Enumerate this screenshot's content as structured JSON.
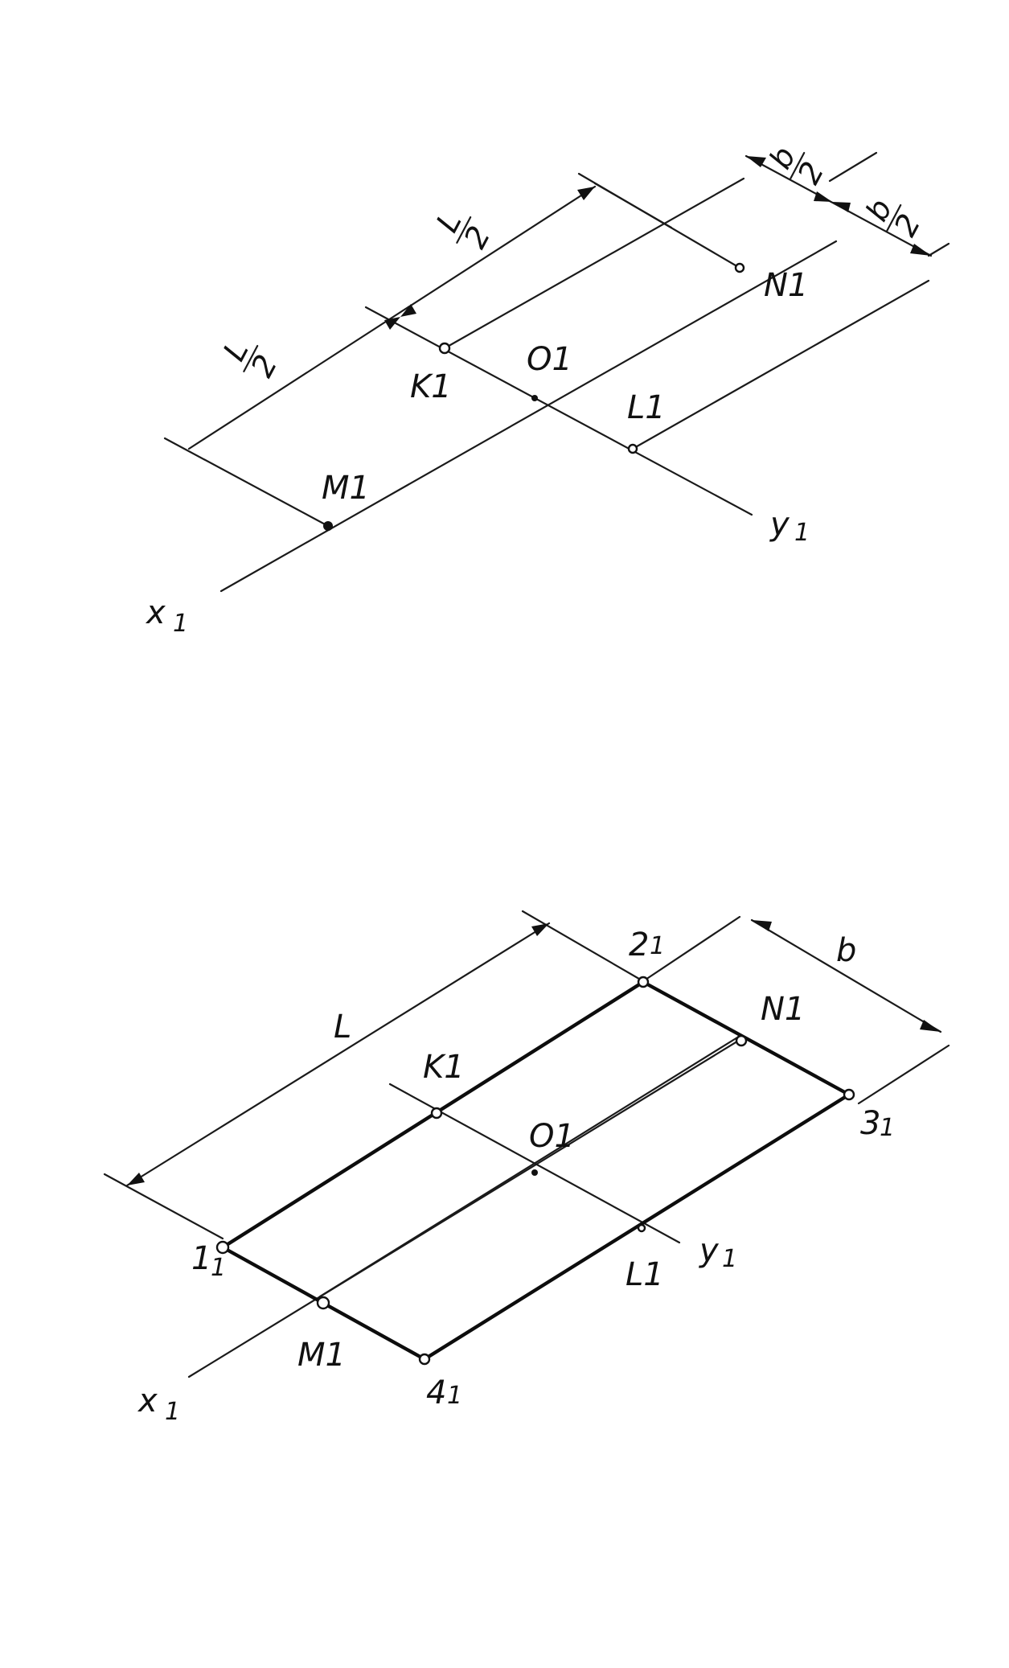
{
  "top_diagram": {
    "axis_x": "x",
    "axis_x_sub": "1",
    "axis_y": "y",
    "axis_y_sub": "1",
    "origin": "O1",
    "points": {
      "K": "K1",
      "L": "L1",
      "M": "M1",
      "N": "N1"
    },
    "dims": {
      "half_l_numer": "L",
      "half_l_denom": "2",
      "half_b_numer": "b",
      "half_b_denom": "2"
    }
  },
  "bottom_diagram": {
    "axis_x": "x",
    "axis_x_sub": "1",
    "axis_y": "y",
    "axis_y_sub": "1",
    "origin": "O1",
    "points": {
      "p1": "1",
      "p1_sub": "1",
      "p2": "2",
      "p2_sub": "1",
      "p3": "3",
      "p3_sub": "1",
      "p4": "4",
      "p4_sub": "1",
      "K": "K1",
      "L": "L1",
      "M": "M1",
      "N": "N1"
    },
    "dims": {
      "length": "L",
      "width": "b"
    }
  }
}
